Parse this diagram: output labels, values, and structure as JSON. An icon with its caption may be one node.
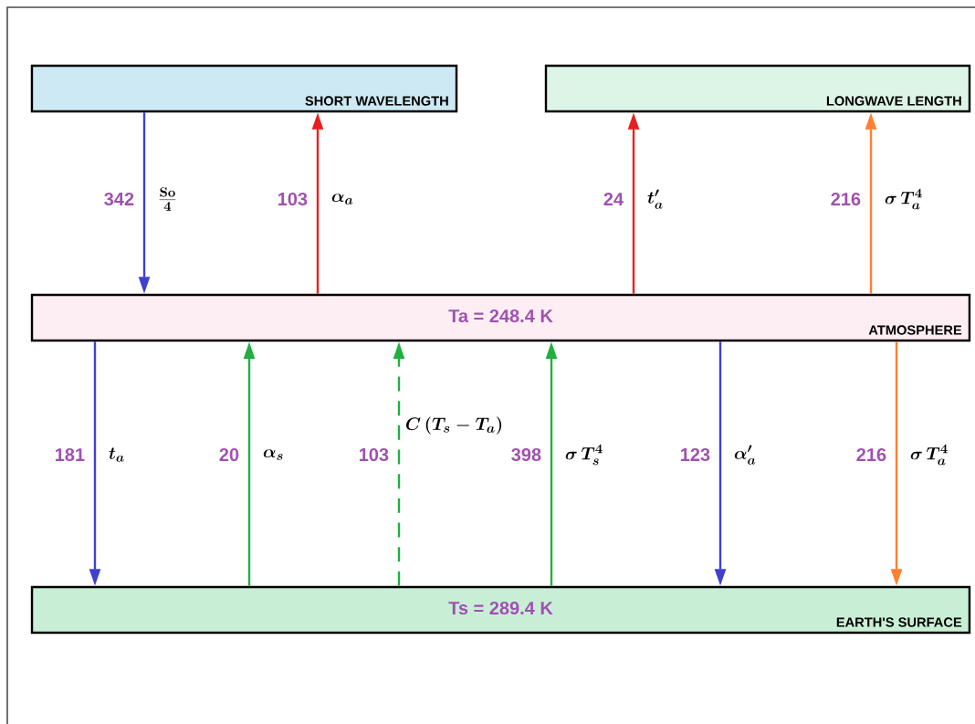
{
  "diagram": {
    "nodes": [
      {
        "text": [
          "SHORT WAVELENGTH"
        ]
      },
      {
        "text": [
          "LONGWAVE LENGTH"
        ]
      },
      {
        "text": [
          "Ta = 248.4 K",
          "ATMOSPHERE"
        ]
      },
      {
        "text": [
          "Ts = 289.4 K",
          "EARTH'S SURFACE"
        ]
      }
    ],
    "edges": [
      {
        "from": 0,
        "to": 2,
        "arrow": "to",
        "label": "342",
        "color": "#4040d0"
      },
      {
        "from": 2,
        "to": 0,
        "arrow": "to",
        "label": "103",
        "color": "#e82020"
      },
      {
        "from": 2,
        "to": 1,
        "arrow": "to",
        "label": "24",
        "color": "#e82020"
      },
      {
        "from": 2,
        "to": 1,
        "arrow": "to",
        "label": "216",
        "color": "#ff8030"
      },
      {
        "from": 2,
        "to": 3,
        "arrow": "to",
        "label": "181",
        "color": "#4040d0"
      },
      {
        "from": 3,
        "to": 2,
        "arrow": "to",
        "label": "20",
        "color": "#20b040"
      },
      {
        "from": 3,
        "to": 2,
        "arrow": "to",
        "label": "103",
        "style": "dashed",
        "color": "#20b040"
      },
      {
        "from": 3,
        "to": 2,
        "arrow": "to",
        "label": "398",
        "color": "#20b040"
      },
      {
        "from": 2,
        "to": 3,
        "arrow": "to",
        "label": "123",
        "color": "#4040d0"
      },
      {
        "from": 2,
        "to": 3,
        "arrow": "to",
        "label": "216",
        "color": "#ff8030"
      }
    ],
    "labels": [
      "\\frac{\\mathbf{So}}{\\mathbf{4}}",
      "\\alpha_{a}",
      "t'_{a}",
      "\\sigma\\, T_{a}^{4}",
      "t_{a}",
      "\\alpha_{s}",
      "C\\,(T_{s} - T_{a})",
      "\\sigma\\, T_{s}^{4}",
      "\\alpha'_{a}",
      "\\sigma\\, T_{a}^{4}"
    ]
  }
}
